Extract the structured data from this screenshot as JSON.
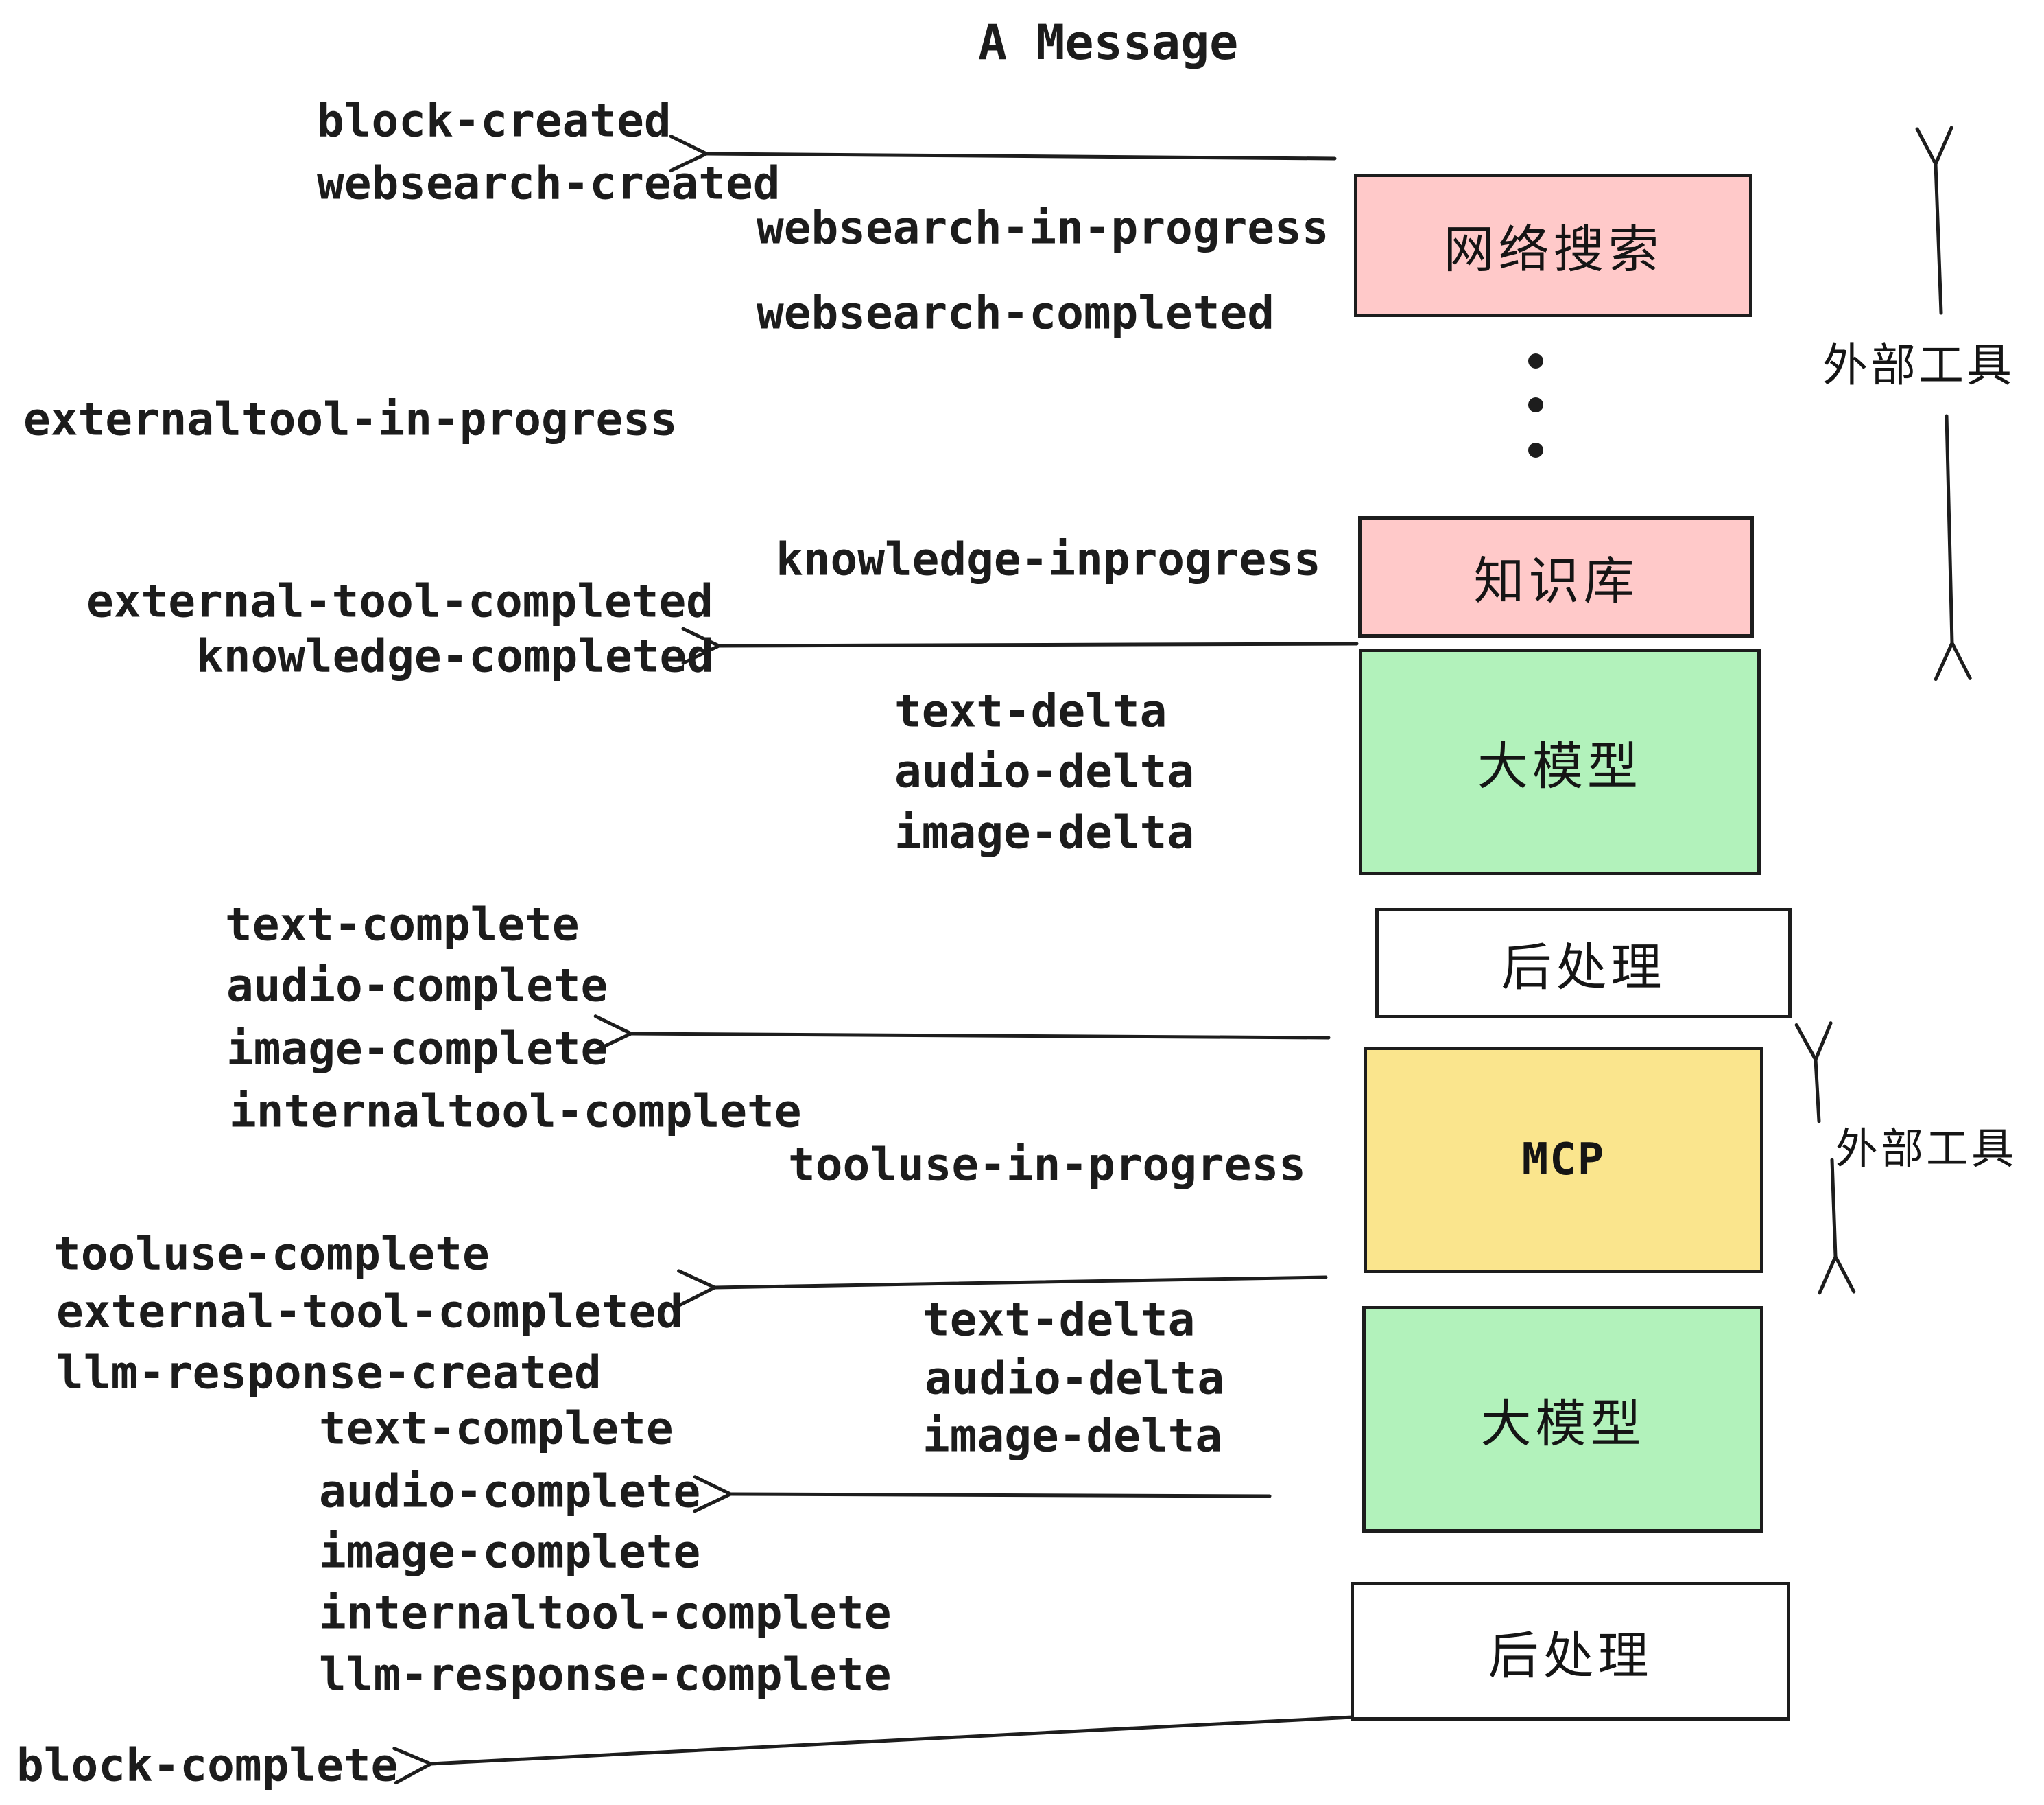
{
  "title": "A Message",
  "colors": {
    "box_pink": "#ffc9c9",
    "box_green": "#b2f2bb",
    "box_yellow": "#fae58d",
    "box_white": "#ffffff",
    "stroke": "#1d1d1d",
    "text": "#1c1c1c",
    "background": "#ffffff"
  },
  "boxes": [
    {
      "label": "网络搜索",
      "fill": "#ffc9c9"
    },
    {
      "label": "知识库",
      "fill": "#ffc9c9"
    },
    {
      "label": "大模型",
      "fill": "#b2f2bb"
    },
    {
      "label": "后处理",
      "fill": "#ffffff"
    },
    {
      "label": "MCP",
      "fill": "#fae58d"
    },
    {
      "label": "大模型",
      "fill": "#b2f2bb"
    },
    {
      "label": "后处理",
      "fill": "#ffffff"
    }
  ],
  "side_labels": [
    {
      "text": "外部工具"
    },
    {
      "text": "外部工具"
    }
  ],
  "events": [
    {
      "text": "block-created"
    },
    {
      "text": "websearch-created"
    },
    {
      "text": "websearch-in-progress"
    },
    {
      "text": "websearch-completed"
    },
    {
      "text": "externaltool-in-progress"
    },
    {
      "text": "knowledge-inprogress"
    },
    {
      "text": "external-tool-completed"
    },
    {
      "text": "knowledge-completed"
    },
    {
      "text": "text-delta"
    },
    {
      "text": "audio-delta"
    },
    {
      "text": "image-delta"
    },
    {
      "text": "text-complete"
    },
    {
      "text": "audio-complete"
    },
    {
      "text": "image-complete"
    },
    {
      "text": "internaltool-complete"
    },
    {
      "text": "tooluse-in-progress"
    },
    {
      "text": "tooluse-complete"
    },
    {
      "text": "external-tool-completed"
    },
    {
      "text": "llm-response-created"
    },
    {
      "text": "text-complete"
    },
    {
      "text": "audio-complete"
    },
    {
      "text": "image-complete"
    },
    {
      "text": "internaltool-complete"
    },
    {
      "text": "llm-response-complete"
    },
    {
      "text": "block-complete"
    },
    {
      "text": "text-delta"
    },
    {
      "text": "audio-delta"
    },
    {
      "text": "image-delta"
    }
  ]
}
